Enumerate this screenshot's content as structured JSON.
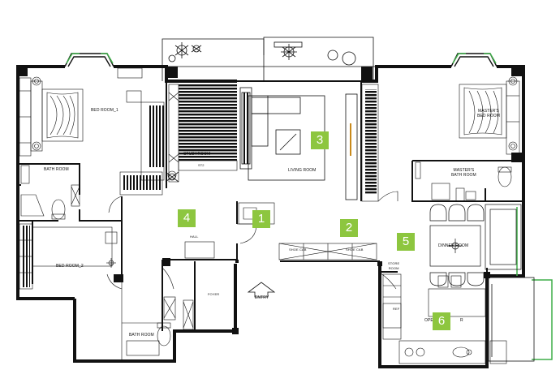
{
  "rooms": {
    "bedroom_1": "BED ROOM_1",
    "master_bedroom_line1": "MASTER'S",
    "master_bedroom_line2": "BED ROOM",
    "studyroom": "STUDYROOM",
    "study_small": "ST2",
    "living_room": "LIVING ROOM",
    "bathroom_left": "BATH ROOM",
    "master_bath_line1": "MASTER'S",
    "master_bath_line2": "BATH ROOM",
    "bedroom_2": "BED ROOM_2",
    "hall": "HALL",
    "foyer": "FOYER",
    "entry": "ENTRY",
    "bathroom_bottom": "BATH ROOM",
    "dinner_room": "DINNER ROOM",
    "open_kitchen_left": "OPE",
    "open_kitchen_right": "R",
    "shoe_cabinet_a": "SHOE CAB",
    "shoe_cabinet_b": "SHOE CAB",
    "kitchen_storage_line1": "STORE",
    "kitchen_storage_line2": "ROOM",
    "refrigerator": "REF"
  },
  "markers": [
    "1",
    "2",
    "3",
    "4",
    "5",
    "6"
  ],
  "colors": {
    "marker": "#8dc63f",
    "wall": "#111111",
    "window": "#3fae49"
  }
}
